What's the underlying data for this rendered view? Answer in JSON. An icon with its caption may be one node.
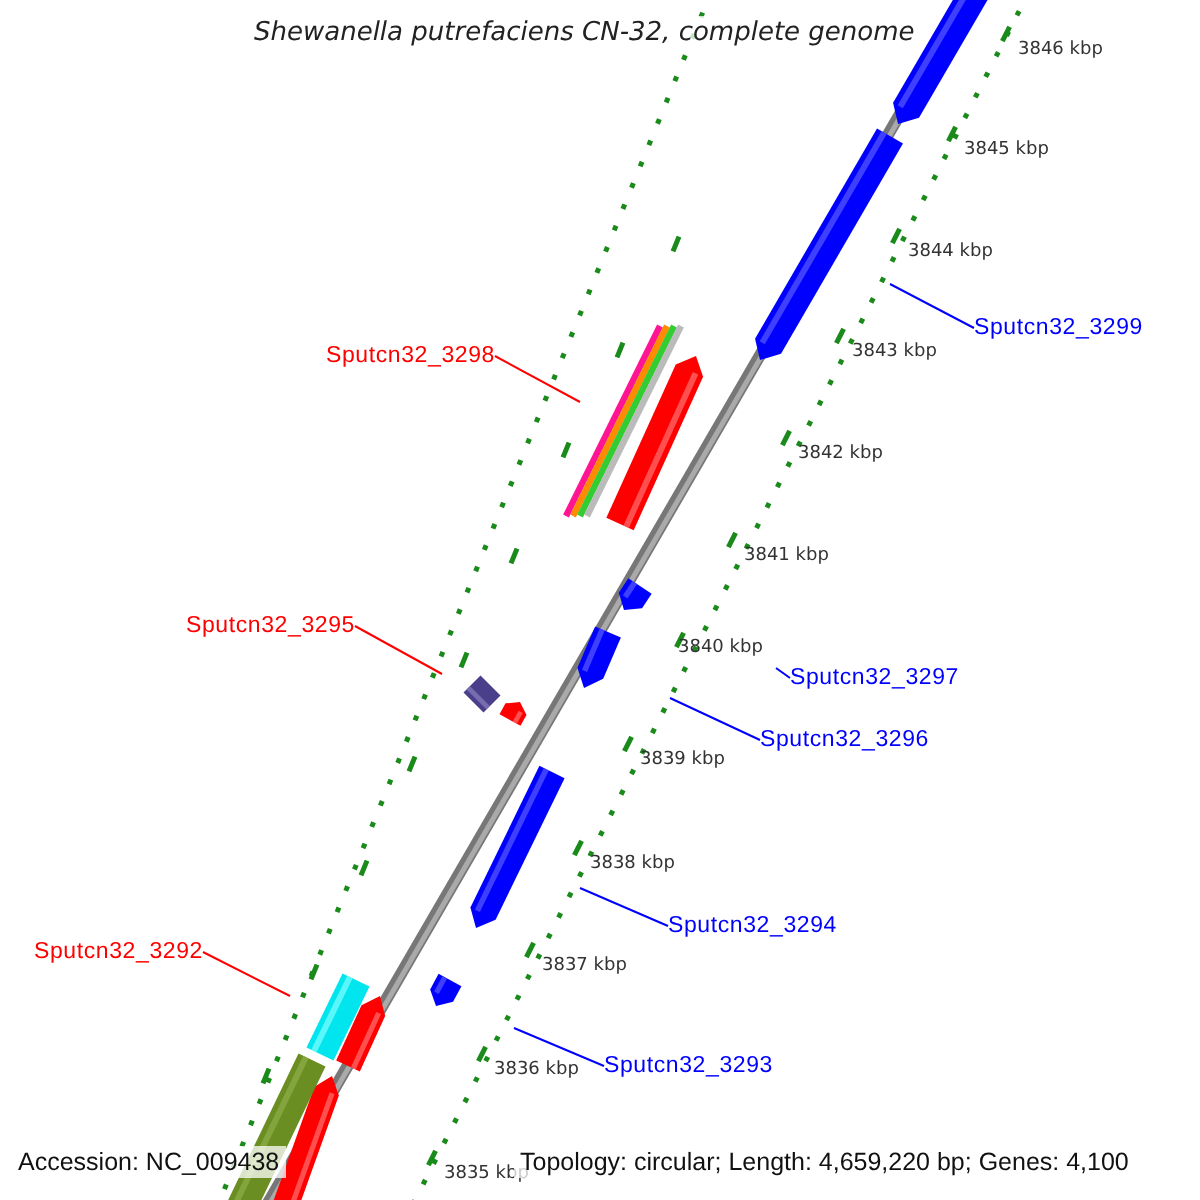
{
  "diagram": {
    "title": "Shewanella putrefaciens CN-32, complete genome",
    "nodes": [
      {
        "text": [
          "Sputcn32_3298"
        ]
      },
      {
        "text": [
          "Sputcn32_3295"
        ]
      },
      {
        "text": [
          "Sputcn32_3292"
        ]
      },
      {
        "text": [
          "Sputcn32_3299"
        ]
      },
      {
        "text": [
          "Sputcn32_3297"
        ]
      },
      {
        "text": [
          "Sputcn32_3296"
        ]
      },
      {
        "text": [
          "Sputcn32_3294"
        ]
      },
      {
        "text": [
          "Sputcn32_3293"
        ]
      }
    ],
    "edges": [
      {
        "from": 0,
        "to": null,
        "arrow": "none",
        "color": "#ff0000"
      },
      {
        "from": 1,
        "to": null,
        "arrow": "none",
        "color": "#ff0000"
      },
      {
        "from": 2,
        "to": null,
        "arrow": "none",
        "color": "#ff0000"
      },
      {
        "from": 3,
        "to": null,
        "arrow": "none"
      },
      {
        "from": 4,
        "to": null,
        "arrow": "none"
      },
      {
        "from": 5,
        "to": null,
        "arrow": "none"
      },
      {
        "from": 6,
        "to": null,
        "arrow": "none"
      },
      {
        "from": 7,
        "to": null,
        "arrow": "none"
      }
    ],
    "labels": [
      "3846 kbp",
      "3845 kbp",
      "3844 kbp",
      "3843 kbp",
      "3842 kbp",
      "3841 kbp",
      "3840 kbp",
      "3839 kbp",
      "3838 kbp",
      "3837 kbp",
      "3836 kbp",
      "3835 kbp",
      "Accession: NC_009438",
      "Topology: circular; Length: 4,659,220 bp; Genes: 4,100"
    ]
  }
}
